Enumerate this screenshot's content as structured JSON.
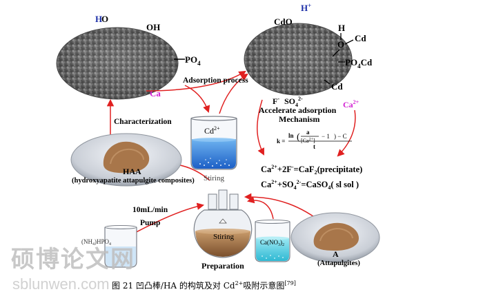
{
  "left_sem": {
    "labels": {
      "h": "H",
      "o": "O",
      "oh": "OH",
      "po4": "PO",
      "po4_sub": "4",
      "ca": "Ca"
    }
  },
  "right_sem": {
    "labels": {
      "h_plus": "H",
      "h_plus_sup": "+",
      "cdo": "CdO",
      "h": "H",
      "o": "O",
      "cd1": "Cd",
      "po4cd": "PO",
      "po4cd_sub": "4",
      "po4cd_tail": "Cd",
      "cd2": "Cd"
    }
  },
  "arrows": {
    "adsorption": "Adsorption process",
    "characterization": "Characterization",
    "flow_rate": "10mL/min",
    "pump": "Pump"
  },
  "beaker_top": {
    "ion": "Cd",
    "ion_sup": "2+",
    "label": "Stiring"
  },
  "mechanism": {
    "ions": {
      "f": "F",
      "f_sup": "-",
      "so4": "SO",
      "so4_sub": "4",
      "so4_sup": "2-",
      "ca": "Ca",
      "ca_sup": "2+"
    },
    "title1": "Accelerate adsorption",
    "title2": "Mechanism",
    "formula": {
      "k": "k =",
      "ln": "ln",
      "a": "a",
      "ca2": "[Ca",
      "ca2_sup": "2+",
      "ca2_close": "]",
      "minus1": "− 1",
      "minus_c": ") − C",
      "t": "t"
    },
    "eq1": {
      "ca": "Ca",
      "sup1": "2+",
      "plus": "+2F",
      "sup2": "-",
      "rhs": "=CaF",
      "sub": "2",
      "tail": "(precipitate)"
    },
    "eq2": {
      "ca": "Ca",
      "sup1": "2+",
      "plus": "+SO",
      "sub": "4",
      "sup2": "2-",
      "rhs": "=CaSO",
      "sub2": "4",
      "tail": "( sl sol )"
    }
  },
  "haa": {
    "title": "HAA",
    "subtitle": "(hydroxyapatite attapulgite composites)"
  },
  "flask": {
    "label": "Stiring",
    "caption": "Preparation"
  },
  "beaker_left": {
    "label": "(NH",
    "label_sub": "4",
    "label_tail": ")",
    "label2": "HPO",
    "label2_sub": "4"
  },
  "beaker_right": {
    "label": "Ca(NO",
    "label_sub": "3",
    "label_tail": ")",
    "label_sub2": "2"
  },
  "attap": {
    "title": "A",
    "subtitle": "(Attapulgites)"
  },
  "watermark": {
    "cn": "硕博论文网",
    "url": "sblunwen.com"
  },
  "caption": {
    "text": "图 21   凹凸棒/HA 的构筑及对 Cd",
    "sup": "2+",
    "tail": "吸附示意图",
    "ref": "[79]"
  },
  "colors": {
    "arrow": "#e02020",
    "blue": "#1c2fa8",
    "magenta": "#d21fd2",
    "powder": "#a8764a",
    "water": "#3b8fe0"
  }
}
